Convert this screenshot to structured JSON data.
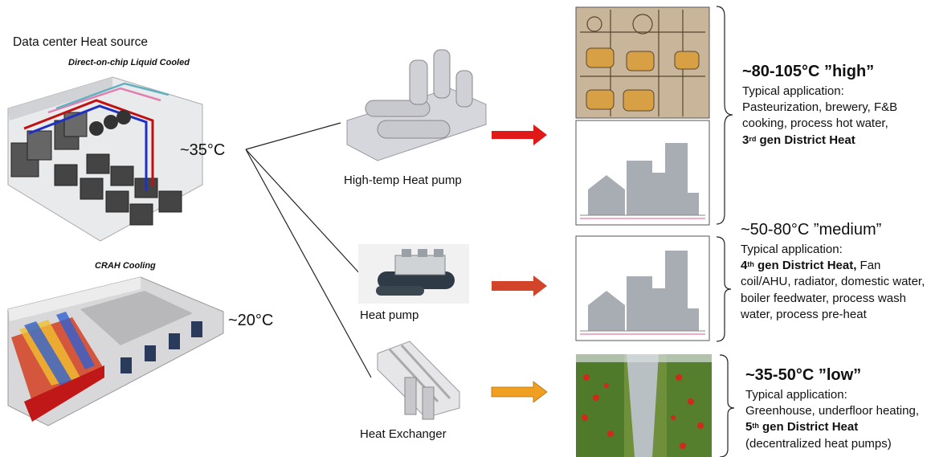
{
  "source": {
    "title": "Data center Heat source",
    "liquid_caption": "Direct-on-chip Liquid Cooled",
    "crah_caption": "CRAH Cooling",
    "temp_liquid": "~35°C",
    "temp_crah": "~20°C"
  },
  "equipment": {
    "high_temp_heat_pump": "High-temp Heat pump",
    "heat_pump": "Heat pump",
    "heat_exchanger": "Heat Exchanger"
  },
  "arrows": {
    "high_color": "#e01818",
    "medium_color": "#d2452a",
    "low_color": "#f0a020"
  },
  "tiers": {
    "high": {
      "title": "~80-105°C ”high”",
      "line1": "Typical application:",
      "line2": "Pasteurization, brewery, F&B",
      "line3": "cooking, process hot water,",
      "gen_num": "3",
      "gen_sup": "rd",
      "gen_text": " gen District Heat"
    },
    "medium": {
      "title": "~50-80°C ”medium”",
      "line1": "Typical application:",
      "gen_num": "4",
      "gen_sup": "th",
      "gen_text": " gen District Heat,",
      "rest": " Fan coil/AHU, radiator, domestic water, boiler feedwater, process wash water, process pre-heat"
    },
    "low": {
      "title": "~35-50°C ”low”",
      "line1": "Typical application:",
      "pre": "Greenhouse, underfloor heating, ",
      "gen_num": "5",
      "gen_sup": "th",
      "gen_text": " gen District Heat",
      "post": "(decentralized heat pumps)"
    }
  }
}
